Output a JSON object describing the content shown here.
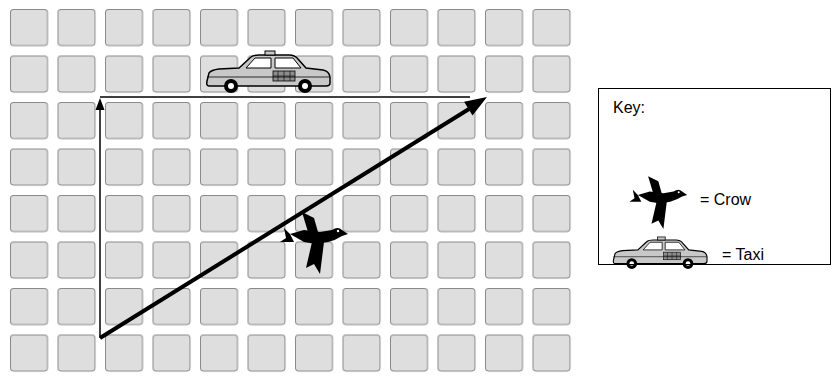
{
  "diagram": {
    "nodes": [
      {
        "text": [
          "Key:"
        ]
      }
    ],
    "legend": [
      {
        "text": "= Crow"
      },
      {
        "text": "= Taxi"
      }
    ]
  }
}
